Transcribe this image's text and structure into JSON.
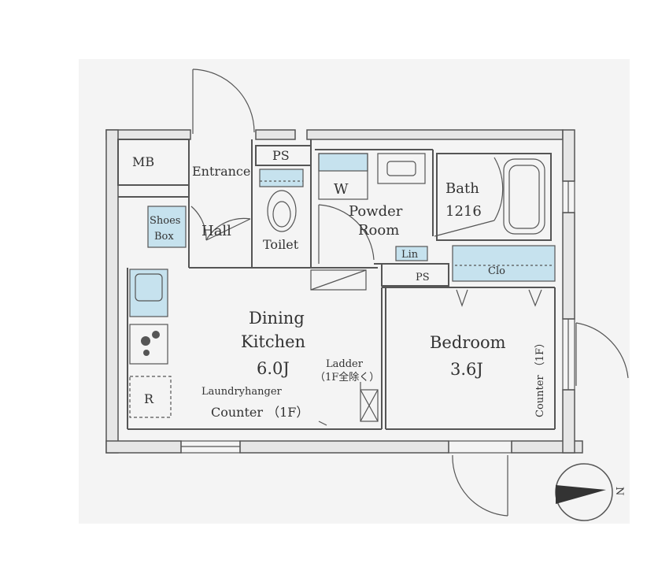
{
  "rooms": {
    "mb": "MB",
    "ps_top": "PS",
    "entrance": "Entrance",
    "shoes_box_1": "Shoes",
    "shoes_box_2": "Box",
    "hall": "Hall",
    "toilet": "Toilet",
    "w": "W",
    "powder_room_1": "Powder",
    "powder_room_2": "Room",
    "bath_1": "Bath",
    "bath_2": "1216",
    "lin": "Lin",
    "ps_mid": "PS",
    "clo": "Clo",
    "dining_kitchen_1": "Dining",
    "dining_kitchen_2": "Kitchen",
    "dining_kitchen_size": "6.0J",
    "bedroom": "Bedroom",
    "bedroom_size": "3.6J",
    "ladder_1": "Ladder",
    "ladder_2": "（1F全除く）",
    "laundry": "Laundryhanger",
    "counter_1f_bottom": "Counter （1F）",
    "counter_1f_right": "Counter （1F）",
    "fridge": "R",
    "compass": "N"
  },
  "colors": {
    "fixture_fill": "#c6e2ee",
    "wall_stroke": "#555555",
    "wall_fill": "#e6e6e6"
  }
}
